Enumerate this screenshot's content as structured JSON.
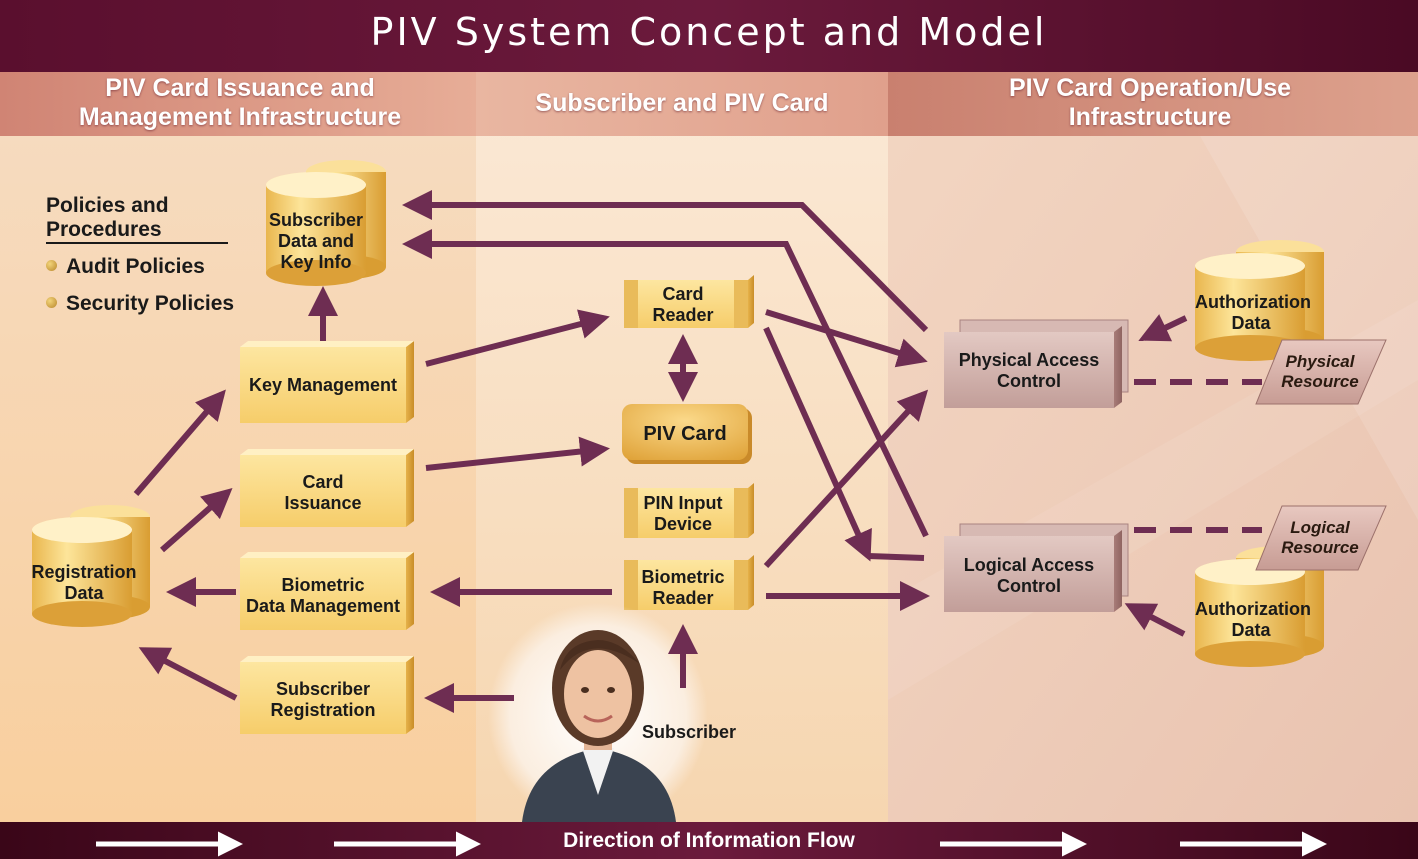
{
  "title": "PIV System Concept and Model",
  "columns": {
    "left": "PIV Card Issuance and\nManagement Infrastructure",
    "center": "Subscriber and PIV Card",
    "right": "PIV Card Operation/Use\nInfrastructure"
  },
  "policies": {
    "title": "Policies and\nProcedures",
    "items": [
      "Audit Policies",
      "Security Policies"
    ]
  },
  "nodes": {
    "subscriber_data": "Subscriber\nData and\nKey Info",
    "key_management": "Key Management",
    "card_issuance": "Card\nIssuance",
    "biometric_data_mgmt": "Biometric\nData Management",
    "subscriber_registration": "Subscriber\nRegistration",
    "registration_data": "Registration\nData",
    "card_reader": "Card\nReader",
    "piv_card": "PIV Card",
    "pin_input": "PIN Input\nDevice",
    "biometric_reader": "Biometric\nReader",
    "subscriber": "Subscriber",
    "physical_access": "Physical Access\nControl",
    "logical_access": "Logical Access\nControl",
    "auth_data_top": "Authorization\nData",
    "auth_data_bottom": "Authorization\nData",
    "physical_resource": "Physical\nResource",
    "logical_resource": "Logical\nResource"
  },
  "footer": "Direction of Information Flow",
  "colors": {
    "header": "#5a0f2e",
    "arrow": "#6e2d52",
    "box": "#f7d27a",
    "access_box": "#c9a7a4"
  }
}
